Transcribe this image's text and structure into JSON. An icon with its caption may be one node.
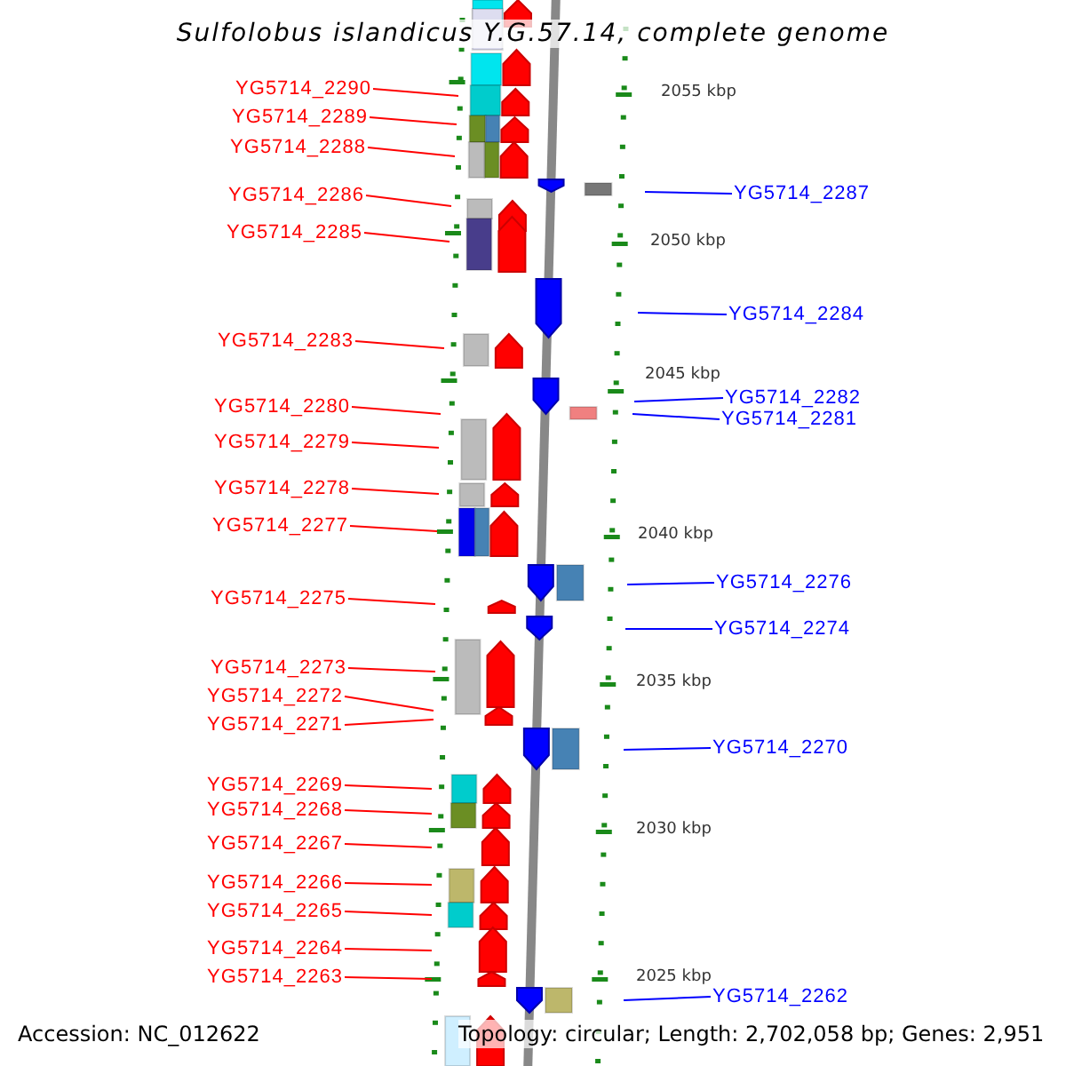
{
  "diagram": {
    "title": "Sulfolobus islandicus Y.G.57.14, complete genome",
    "nodes": [
      {
        "text": [
          "YG5714_2290"
        ]
      },
      {
        "text": [
          "YG5714_2289"
        ]
      },
      {
        "text": [
          "YG5714_2288"
        ]
      },
      {
        "text": [
          "YG5714_2287"
        ]
      },
      {
        "text": [
          "YG5714_2286"
        ]
      },
      {
        "text": [
          "YG5714_2285"
        ]
      },
      {
        "text": [
          "YG5714_2284"
        ]
      },
      {
        "text": [
          "YG5714_2283"
        ]
      },
      {
        "text": [
          "YG5714_2282"
        ]
      },
      {
        "text": [
          "YG5714_2280"
        ]
      },
      {
        "text": [
          "YG5714_2281"
        ]
      },
      {
        "text": [
          "YG5714_2279"
        ]
      },
      {
        "text": [
          "YG5714_2278"
        ]
      },
      {
        "text": [
          "YG5714_2277"
        ]
      },
      {
        "text": [
          "YG5714_2276"
        ]
      },
      {
        "text": [
          "YG5714_2275"
        ]
      },
      {
        "text": [
          "YG5714_2274"
        ]
      },
      {
        "text": [
          "YG5714_2273"
        ]
      },
      {
        "text": [
          "YG5714_2272"
        ]
      },
      {
        "text": [
          "YG5714_2271"
        ]
      },
      {
        "text": [
          "YG5714_2270"
        ]
      },
      {
        "text": [
          "YG5714_2269"
        ]
      },
      {
        "text": [
          "YG5714_2268"
        ]
      },
      {
        "text": [
          "YG5714_2267"
        ]
      },
      {
        "text": [
          "YG5714_2266"
        ]
      },
      {
        "text": [
          "YG5714_2265"
        ]
      },
      {
        "text": [
          "YG5714_2264"
        ]
      },
      {
        "text": [
          "YG5714_2263"
        ]
      },
      {
        "text": [
          "YG5714_2262"
        ]
      }
    ],
    "edges": [
      {
        "from": 0,
        "to": null,
        "arrow": "none"
      },
      {
        "from": 1,
        "to": null,
        "arrow": "none"
      },
      {
        "from": 2,
        "to": null,
        "arrow": "none"
      },
      {
        "from": 3,
        "to": null,
        "arrow": "none",
        "color": "#0000ff"
      },
      {
        "from": 4,
        "to": null,
        "arrow": "none"
      },
      {
        "from": 5,
        "to": null,
        "arrow": "none"
      },
      {
        "from": 6,
        "to": null,
        "arrow": "none",
        "color": "#0000ff"
      },
      {
        "from": 7,
        "to": null,
        "arrow": "none"
      },
      {
        "from": 8,
        "to": null,
        "arrow": "none",
        "color": "#0000ff"
      },
      {
        "from": 9,
        "to": null,
        "arrow": "none"
      },
      {
        "from": 10,
        "to": null,
        "arrow": "none",
        "color": "#0000ff"
      },
      {
        "from": 11,
        "to": null,
        "arrow": "none"
      },
      {
        "from": 12,
        "to": null,
        "arrow": "none"
      },
      {
        "from": 13,
        "to": null,
        "arrow": "none"
      },
      {
        "from": 14,
        "to": null,
        "arrow": "none",
        "color": "#0000ff"
      },
      {
        "from": 15,
        "to": null,
        "arrow": "none"
      },
      {
        "from": 16,
        "to": null,
        "arrow": "none",
        "color": "#0000ff"
      },
      {
        "from": 17,
        "to": null,
        "arrow": "none"
      },
      {
        "from": 18,
        "to": null,
        "arrow": "none"
      },
      {
        "from": 19,
        "to": null,
        "arrow": "none"
      },
      {
        "from": 20,
        "to": null,
        "arrow": "none",
        "color": "#0000ff"
      },
      {
        "from": 21,
        "to": null,
        "arrow": "none"
      },
      {
        "from": 22,
        "to": null,
        "arrow": "none"
      },
      {
        "from": 23,
        "to": null,
        "arrow": "none"
      },
      {
        "from": 24,
        "to": null,
        "arrow": "none"
      },
      {
        "from": 25,
        "to": null,
        "arrow": "none"
      },
      {
        "from": 26,
        "to": null,
        "arrow": "none"
      },
      {
        "from": 27,
        "to": null,
        "arrow": "none"
      },
      {
        "from": 28,
        "to": null,
        "arrow": "none",
        "color": "#0000ff"
      }
    ],
    "labels": [
      "2055 kbp",
      "2050 kbp",
      "2045 kbp",
      "2040 kbp",
      "2035 kbp",
      "2030 kbp",
      "2025 kbp",
      "Accession: NC_012622",
      "Topology: circular; Length: 2,702,058 bp; Genes: 2,951"
    ]
  }
}
